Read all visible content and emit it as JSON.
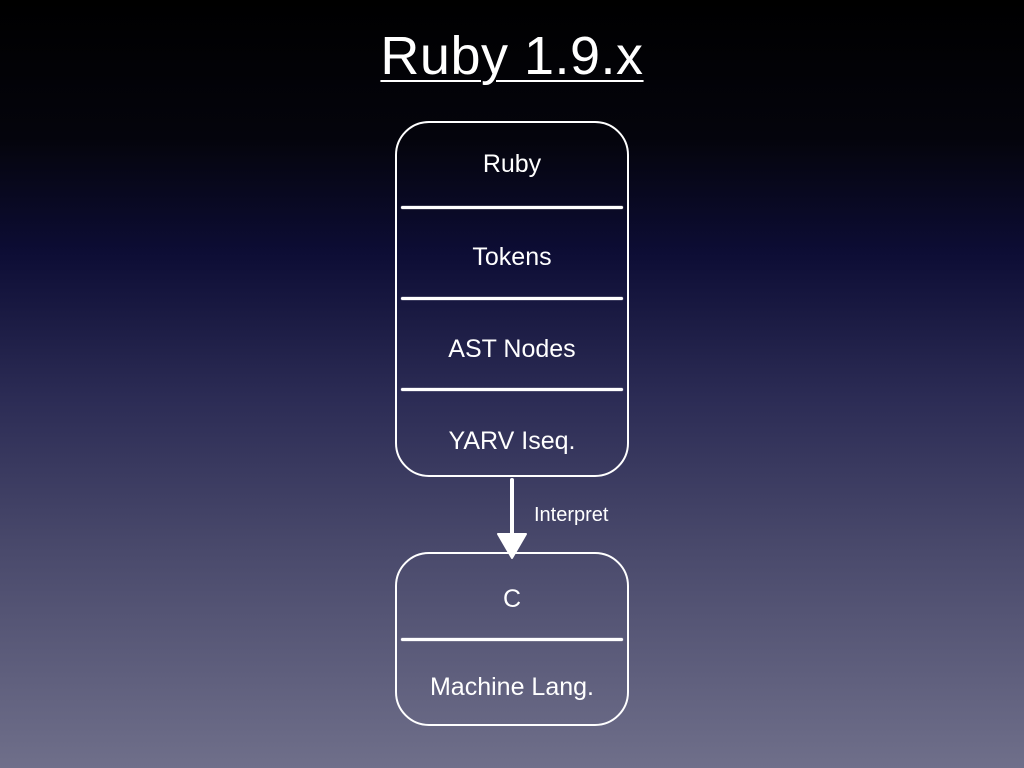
{
  "title": "Ruby 1.9.x",
  "upper_stack": {
    "layers": [
      "Ruby",
      "Tokens",
      "AST Nodes",
      "YARV Iseq."
    ]
  },
  "arrow": {
    "label": "Interpret"
  },
  "lower_stack": {
    "layers": [
      "C",
      "Machine Lang."
    ]
  }
}
